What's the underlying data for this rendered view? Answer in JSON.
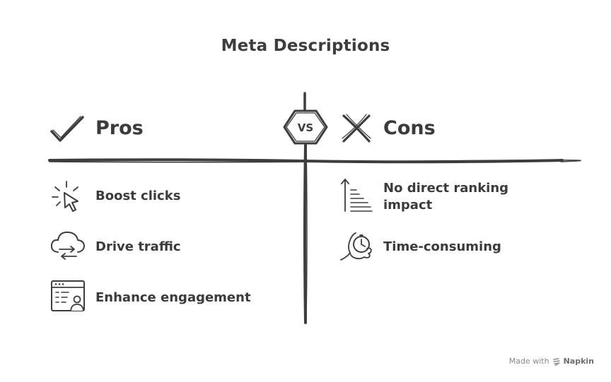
{
  "title": "Meta Descriptions",
  "pros": {
    "heading": "Pros",
    "items": [
      {
        "label": "Boost clicks",
        "icon": "cursor-click-icon"
      },
      {
        "label": "Drive traffic",
        "icon": "cloud-traffic-icon"
      },
      {
        "label": "Enhance engagement",
        "icon": "browser-user-icon"
      }
    ]
  },
  "cons": {
    "heading": "Cons",
    "items": [
      {
        "label": "No direct ranking impact",
        "icon": "ranking-bars-icon"
      },
      {
        "label": "Time-consuming",
        "icon": "stopwatch-hand-icon"
      }
    ]
  },
  "vs_label": "VS",
  "footer": {
    "made_with": "Made with",
    "brand": "Napkin"
  }
}
